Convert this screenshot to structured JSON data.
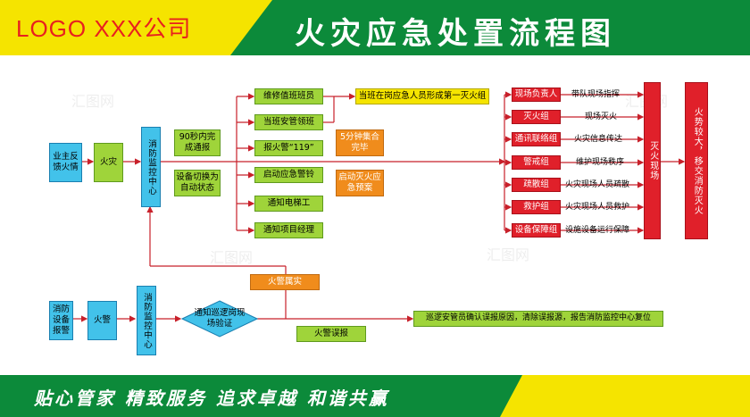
{
  "header": {
    "logo": "LOGO   XXX公司",
    "title": "火灾应急处置流程图"
  },
  "footer": {
    "slogan": "贴心管家   精致服务   追求卓越   和谐共赢"
  },
  "watermark": "汇图网",
  "flow1": {
    "start": "业主反馈火情",
    "fire": "火灾",
    "center": "消防监控中心",
    "notify": "90秒内完成通报",
    "device": "设备切换为自动状态",
    "actions": [
      "维修值班班员",
      "当班安管领班",
      "报火警“119”",
      "启动应急警铃",
      "通知电梯工",
      "通知项目经理"
    ],
    "team_first": "当班在岗应急人员形成第一灭火组",
    "gather": "5分钟集合完毕",
    "plan": "启动灭火应急预案",
    "groups": [
      {
        "name": "现场负责人",
        "duty": "带队现场指挥"
      },
      {
        "name": "灭火组",
        "duty": "现场灭火"
      },
      {
        "name": "通讯联络组",
        "duty": "火灾信息传达"
      },
      {
        "name": "警戒组",
        "duty": "维护现场秩序"
      },
      {
        "name": "疏散组",
        "duty": "火灾现场人员疏散"
      },
      {
        "name": "救护组",
        "duty": "火灾现场人员救护"
      },
      {
        "name": "设备保障组",
        "duty": "设施设备运行保障"
      }
    ],
    "site": "灭火现场",
    "handover": "火势较大，移交消防灭火"
  },
  "flow2": {
    "alarm_device": "消防设备报警",
    "alarm": "火警",
    "center": "消防监控中心",
    "verify": "通知巡逻岗现场验证",
    "true_alarm": "火警属实",
    "false_alarm": "火警误报",
    "false_action": "巡逻安管员确认误报原因，清除误报源，报告消防监控中心复位"
  },
  "colors": {
    "green": "#0c8a3a",
    "yellow": "#f5e400",
    "red": "#e0202a",
    "blue": "#42c2ea",
    "lime": "#9fd43a",
    "orange": "#f08c1c"
  }
}
